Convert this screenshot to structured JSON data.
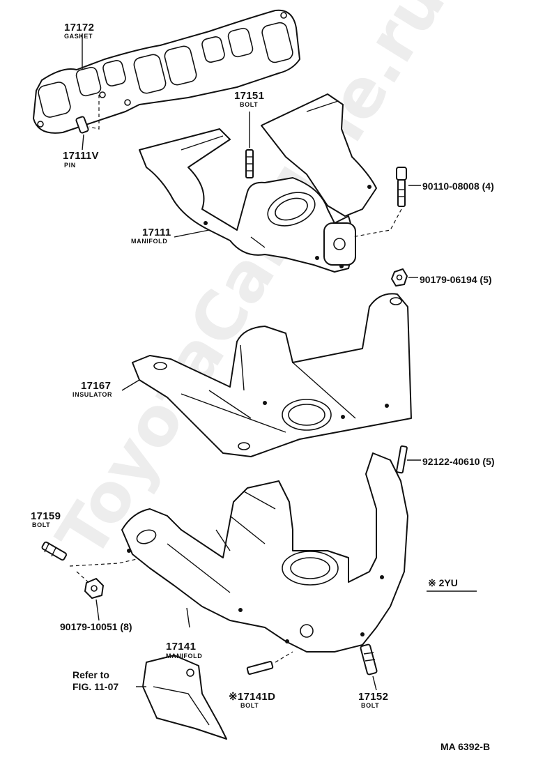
{
  "watermark": "ToyotaCarMine.ru",
  "callouts": {
    "gasket": {
      "number": "17172",
      "name": "GASKET"
    },
    "pin": {
      "number": "17111V",
      "name": "PIN"
    },
    "bolt_17151": {
      "number": "17151",
      "name": "BOLT"
    },
    "bolt_90110": {
      "number": "90110-08008 (4)"
    },
    "intake_manifold": {
      "number": "17111",
      "name": "MANIFOLD"
    },
    "nut_90179_06194": {
      "number": "90179-06194 (5)"
    },
    "insulator": {
      "number": "17167",
      "name": "INSULATOR"
    },
    "stud_92122": {
      "number": "92122-40610 (5)"
    },
    "bolt_17159": {
      "number": "17159",
      "name": "BOLT"
    },
    "engine_note": {
      "text": "※ 2YU"
    },
    "nut_90179_10051": {
      "number": "90179-10051 (8)"
    },
    "exhaust_manifold": {
      "number": "17141",
      "name": "MANIFOLD"
    },
    "refer": {
      "line1": "Refer to",
      "line2": "FIG. 11-07"
    },
    "bolt_17141d": {
      "number": "※17141D",
      "name": "BOLT"
    },
    "bolt_17152": {
      "number": "17152",
      "name": "BOLT"
    }
  },
  "figure_code": "MA 6392-B"
}
